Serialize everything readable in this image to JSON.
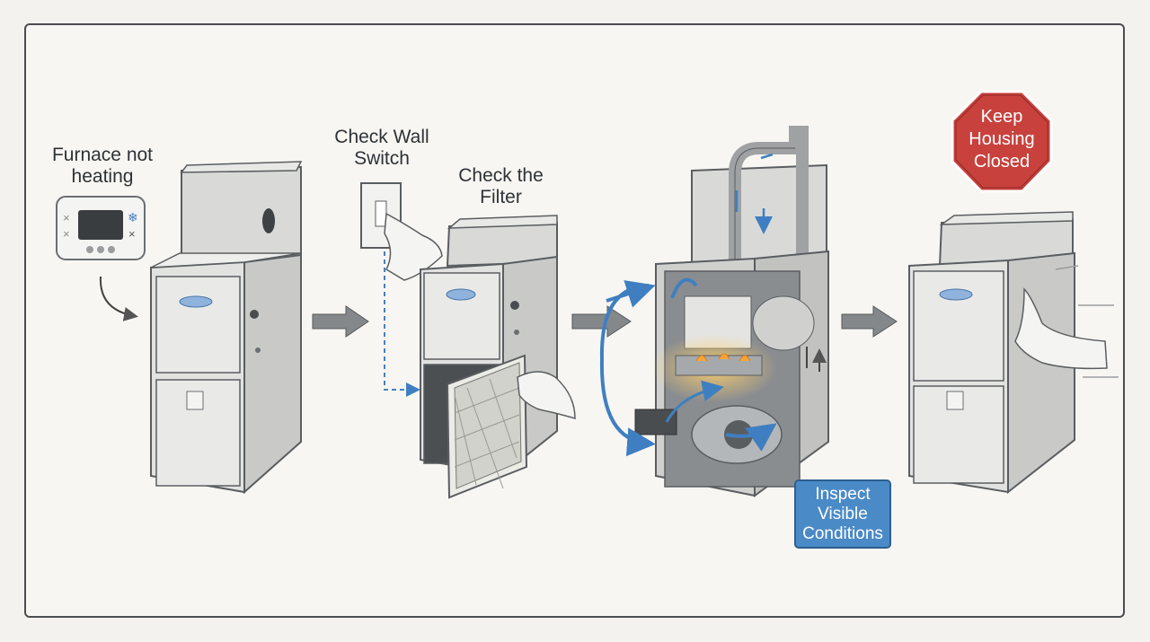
{
  "steps": {
    "furnace_not_heating": "Furnace not\nheating",
    "check_wall_switch": "Check Wall\nSwitch",
    "check_filter": "Check the\nFilter",
    "inspect_visible_conditions": "Inspect\nVisible\nConditions",
    "keep_housing_closed": "Keep\nHousing\nClosed"
  },
  "colors": {
    "background": "#f3f2ee",
    "frame_border": "#4b4d50",
    "furnace_body": "#dcdddb",
    "furnace_outline": "#5a5d60",
    "badge_blue": "#8fb3dc",
    "arrow_gray": "#7b7e81",
    "flow_blue": "#3f7fc1",
    "inspect_box": "#4a8ac6",
    "stop_sign": "#c8413d",
    "flame": "#f2a63a"
  },
  "icons": [
    "thermostat-icon",
    "snowflake-icon",
    "wall-switch-icon",
    "hand-icon",
    "air-filter-icon",
    "stop-sign-icon"
  ]
}
